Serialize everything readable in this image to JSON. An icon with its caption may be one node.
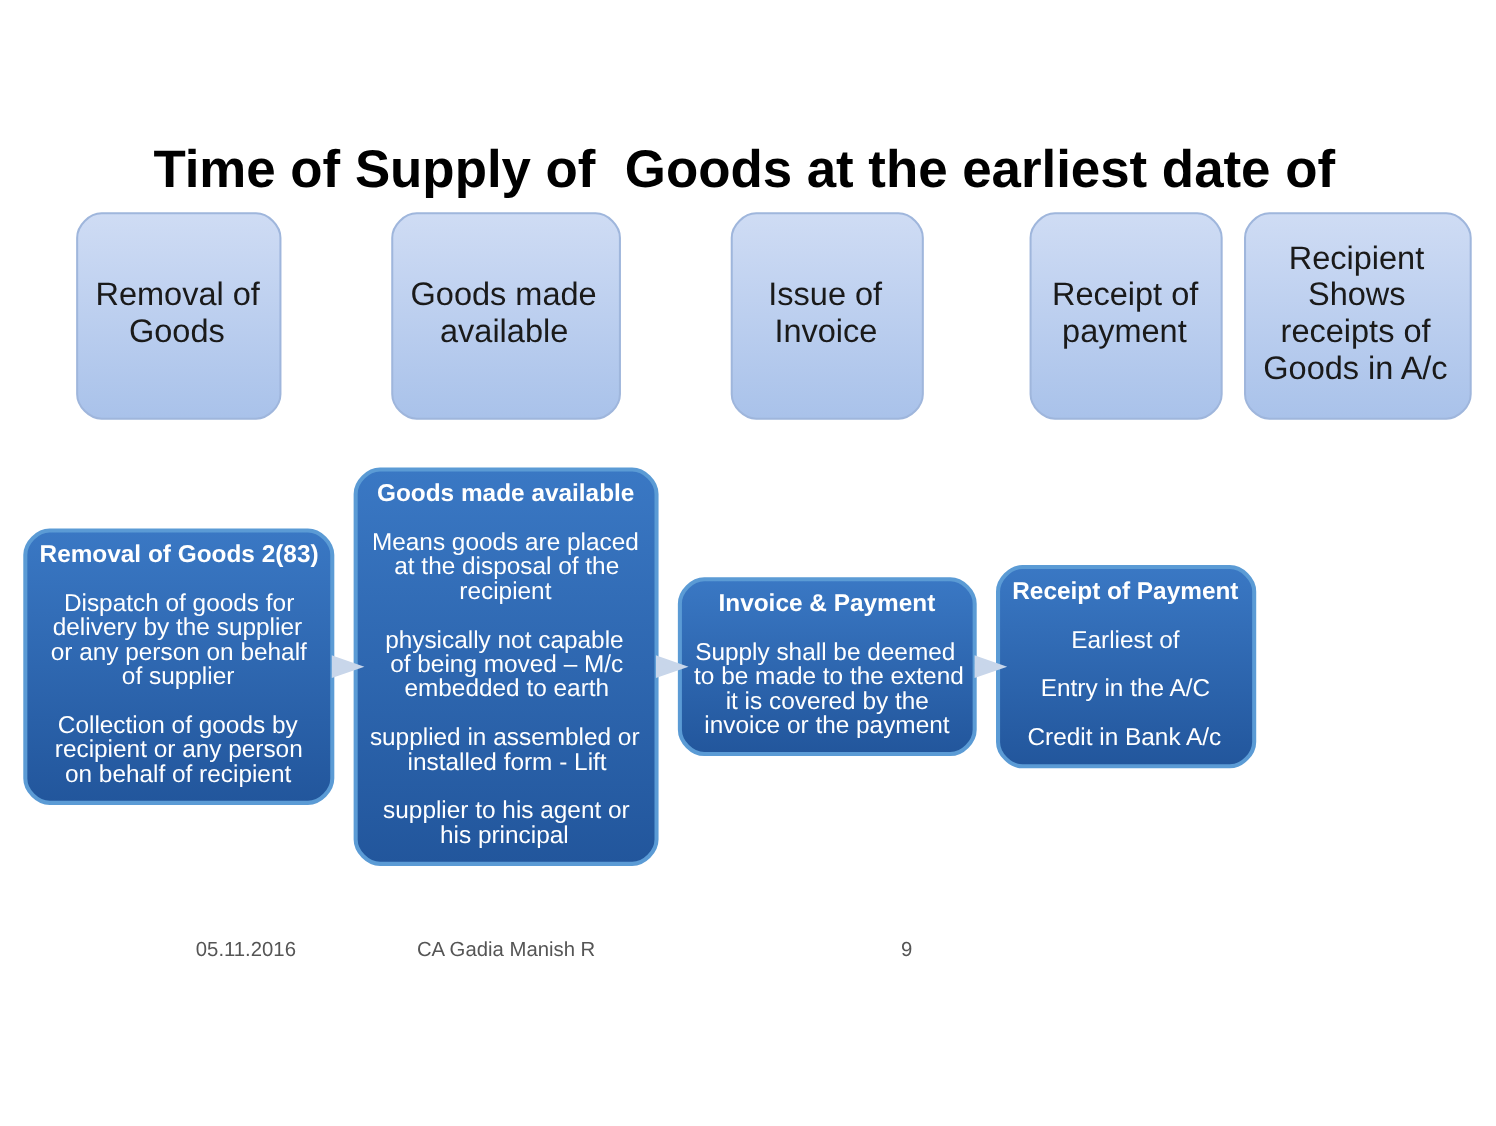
{
  "diagram": {
    "title": "Time of Supply of  Goods at the earliest date of",
    "nodes": [
      {
        "text": [
          "Removal of Goods"
        ]
      },
      {
        "text": [
          "Goods made available"
        ]
      },
      {
        "text": [
          "Issue of Invoice"
        ]
      },
      {
        "text": [
          "Receipt of payment"
        ]
      },
      {
        "text": [
          "Recipient Shows receipts of Goods in A/c"
        ]
      },
      {
        "text": [
          "Removal of Goods 2(83)",
          "Dispatch of goods for delivery by the supplier or any person on behalf of supplier",
          "Collection of goods by recipient or any person on behalf of recipient"
        ]
      },
      {
        "text": [
          "Goods made available",
          "Means goods are placed at the disposal of the recipient",
          "physically not capable of being moved – M/c embedded to earth",
          "supplied in assembled or installed form - Lift",
          "supplier to his agent or his principal"
        ]
      },
      {
        "text": [
          "Invoice & Payment",
          "Supply shall be deemed to be made to the extend it is covered by the invoice or the payment"
        ]
      },
      {
        "text": [
          "Receipt of Payment",
          "Earliest of",
          "Entry in the A/C",
          "Credit in Bank A/c"
        ]
      }
    ],
    "edges": [
      {
        "from": 5,
        "to": 6,
        "arrow": "to"
      },
      {
        "from": 6,
        "to": 7,
        "arrow": "to"
      },
      {
        "from": 7,
        "to": 8,
        "arrow": "to"
      }
    ],
    "labels": [
      "05.11.2016",
      "CA Gadia Manish R",
      "9"
    ]
  }
}
